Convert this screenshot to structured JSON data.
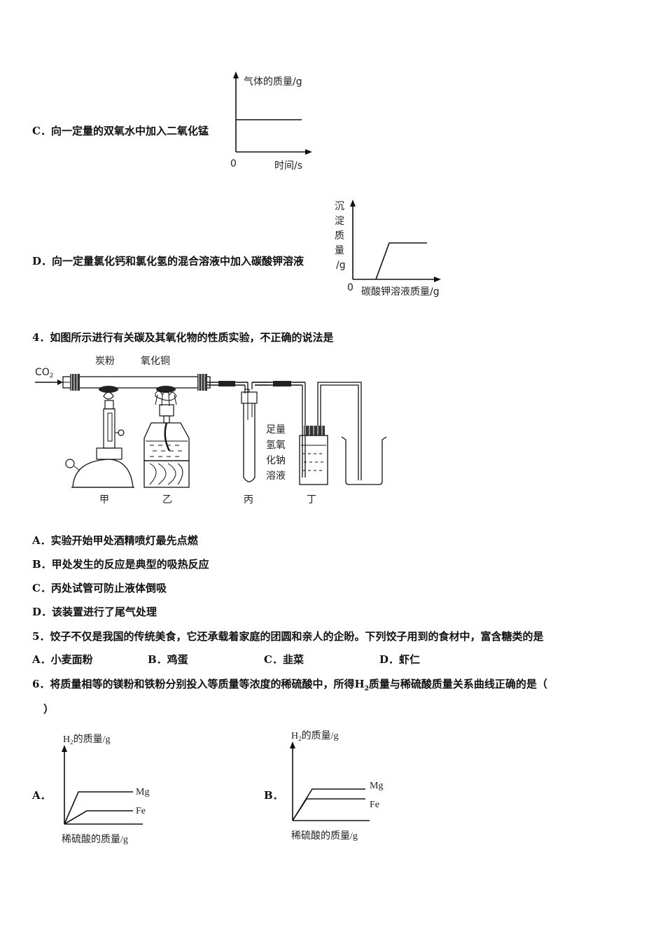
{
  "q3": {
    "c_text": "C．向一定量的双氧水中加入二氧化锰",
    "c_graph": {
      "y_label": "气体的质量/g",
      "x_label": "时间/s",
      "origin": "0"
    },
    "d_text": "D．向一定量氯化钙和氯化氢的混合溶液中加入碳酸钾溶液",
    "d_graph": {
      "y_label": [
        "沉",
        "淀",
        "质",
        "量",
        "/g"
      ],
      "x_label": "碳酸钾溶液质量/g",
      "origin": "0"
    }
  },
  "q4": {
    "stem": "4．如图所示进行有关碳及其氧化物的性质实验，不正确的说法是",
    "figure": {
      "gas_in": "CO",
      "gas_sub": "2",
      "carbon_powder": "炭粉",
      "copper_oxide": "氧化铜",
      "solution_label": [
        "足量",
        "氢氧",
        "化钠",
        "溶液"
      ],
      "station_jia": "甲",
      "station_yi": "乙",
      "station_bing": "丙",
      "station_ding": "丁"
    },
    "options": [
      "A．实验开始甲处酒精喷灯最先点燃",
      "B．甲处发生的反应是典型的吸热反应",
      "C．丙处试管可防止液体倒吸",
      "D．该装置进行了尾气处理"
    ]
  },
  "q5": {
    "stem": "5．饺子不仅是我国的传统美食，它还承载着家庭的团圆和亲人的企盼。下列饺子用到的食材中，富含糖类的是",
    "options": [
      "A．小麦面粉",
      "B．鸡蛋",
      "C．韭菜",
      "D．虾仁"
    ]
  },
  "q6": {
    "stem_pre": "6．将质量相等的镁粉和铁粉分别投入等质量等浓度的稀硫酸中，所得",
    "stem_h": "H",
    "stem_sub": "2",
    "stem_post": "质量与稀硫酸质量关系曲线正确的是（",
    "stem_close": "）",
    "graph_a": {
      "option": "A．",
      "y_h": "H",
      "y_sub": "2",
      "y_rest": "的质量/g",
      "x_label": "稀硫酸的质量/g",
      "series": [
        "Mg",
        "Fe"
      ]
    },
    "graph_b": {
      "option": "B．",
      "y_h": "H",
      "y_sub": "2",
      "y_rest": "的质量/g",
      "x_label": "稀硫酸的质量/g",
      "series": [
        "Mg",
        "Fe"
      ]
    }
  }
}
